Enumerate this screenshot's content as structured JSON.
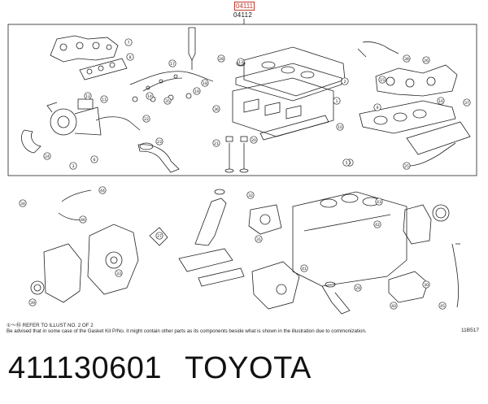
{
  "header": {
    "group_tag": "04111",
    "group_code": "04112"
  },
  "notes": {
    "refer": "①～⑯ REFER TO ILLUST NO. 2 OF 2",
    "advisory": "Be advised that in some case of the Gasket Kit P/No. it might contain other parts as its components beside what is shown in the illustration due to commonization."
  },
  "figure_number": "11B517",
  "footer": {
    "part_number": "411130601",
    "brand": "TOYOTA"
  },
  "callouts": [
    "1",
    "2",
    "3",
    "4",
    "5",
    "6",
    "7",
    "8",
    "9",
    "10",
    "11",
    "12",
    "13",
    "14",
    "15",
    "16",
    "17",
    "18",
    "19",
    "20",
    "21",
    "22",
    "23",
    "24",
    "25",
    "26",
    "27",
    "28",
    "29",
    "30",
    "31",
    "32",
    "33",
    "34",
    "35",
    "36",
    "37",
    "38",
    "39",
    "40",
    "41",
    "42",
    "43",
    "44",
    "45",
    "46"
  ]
}
